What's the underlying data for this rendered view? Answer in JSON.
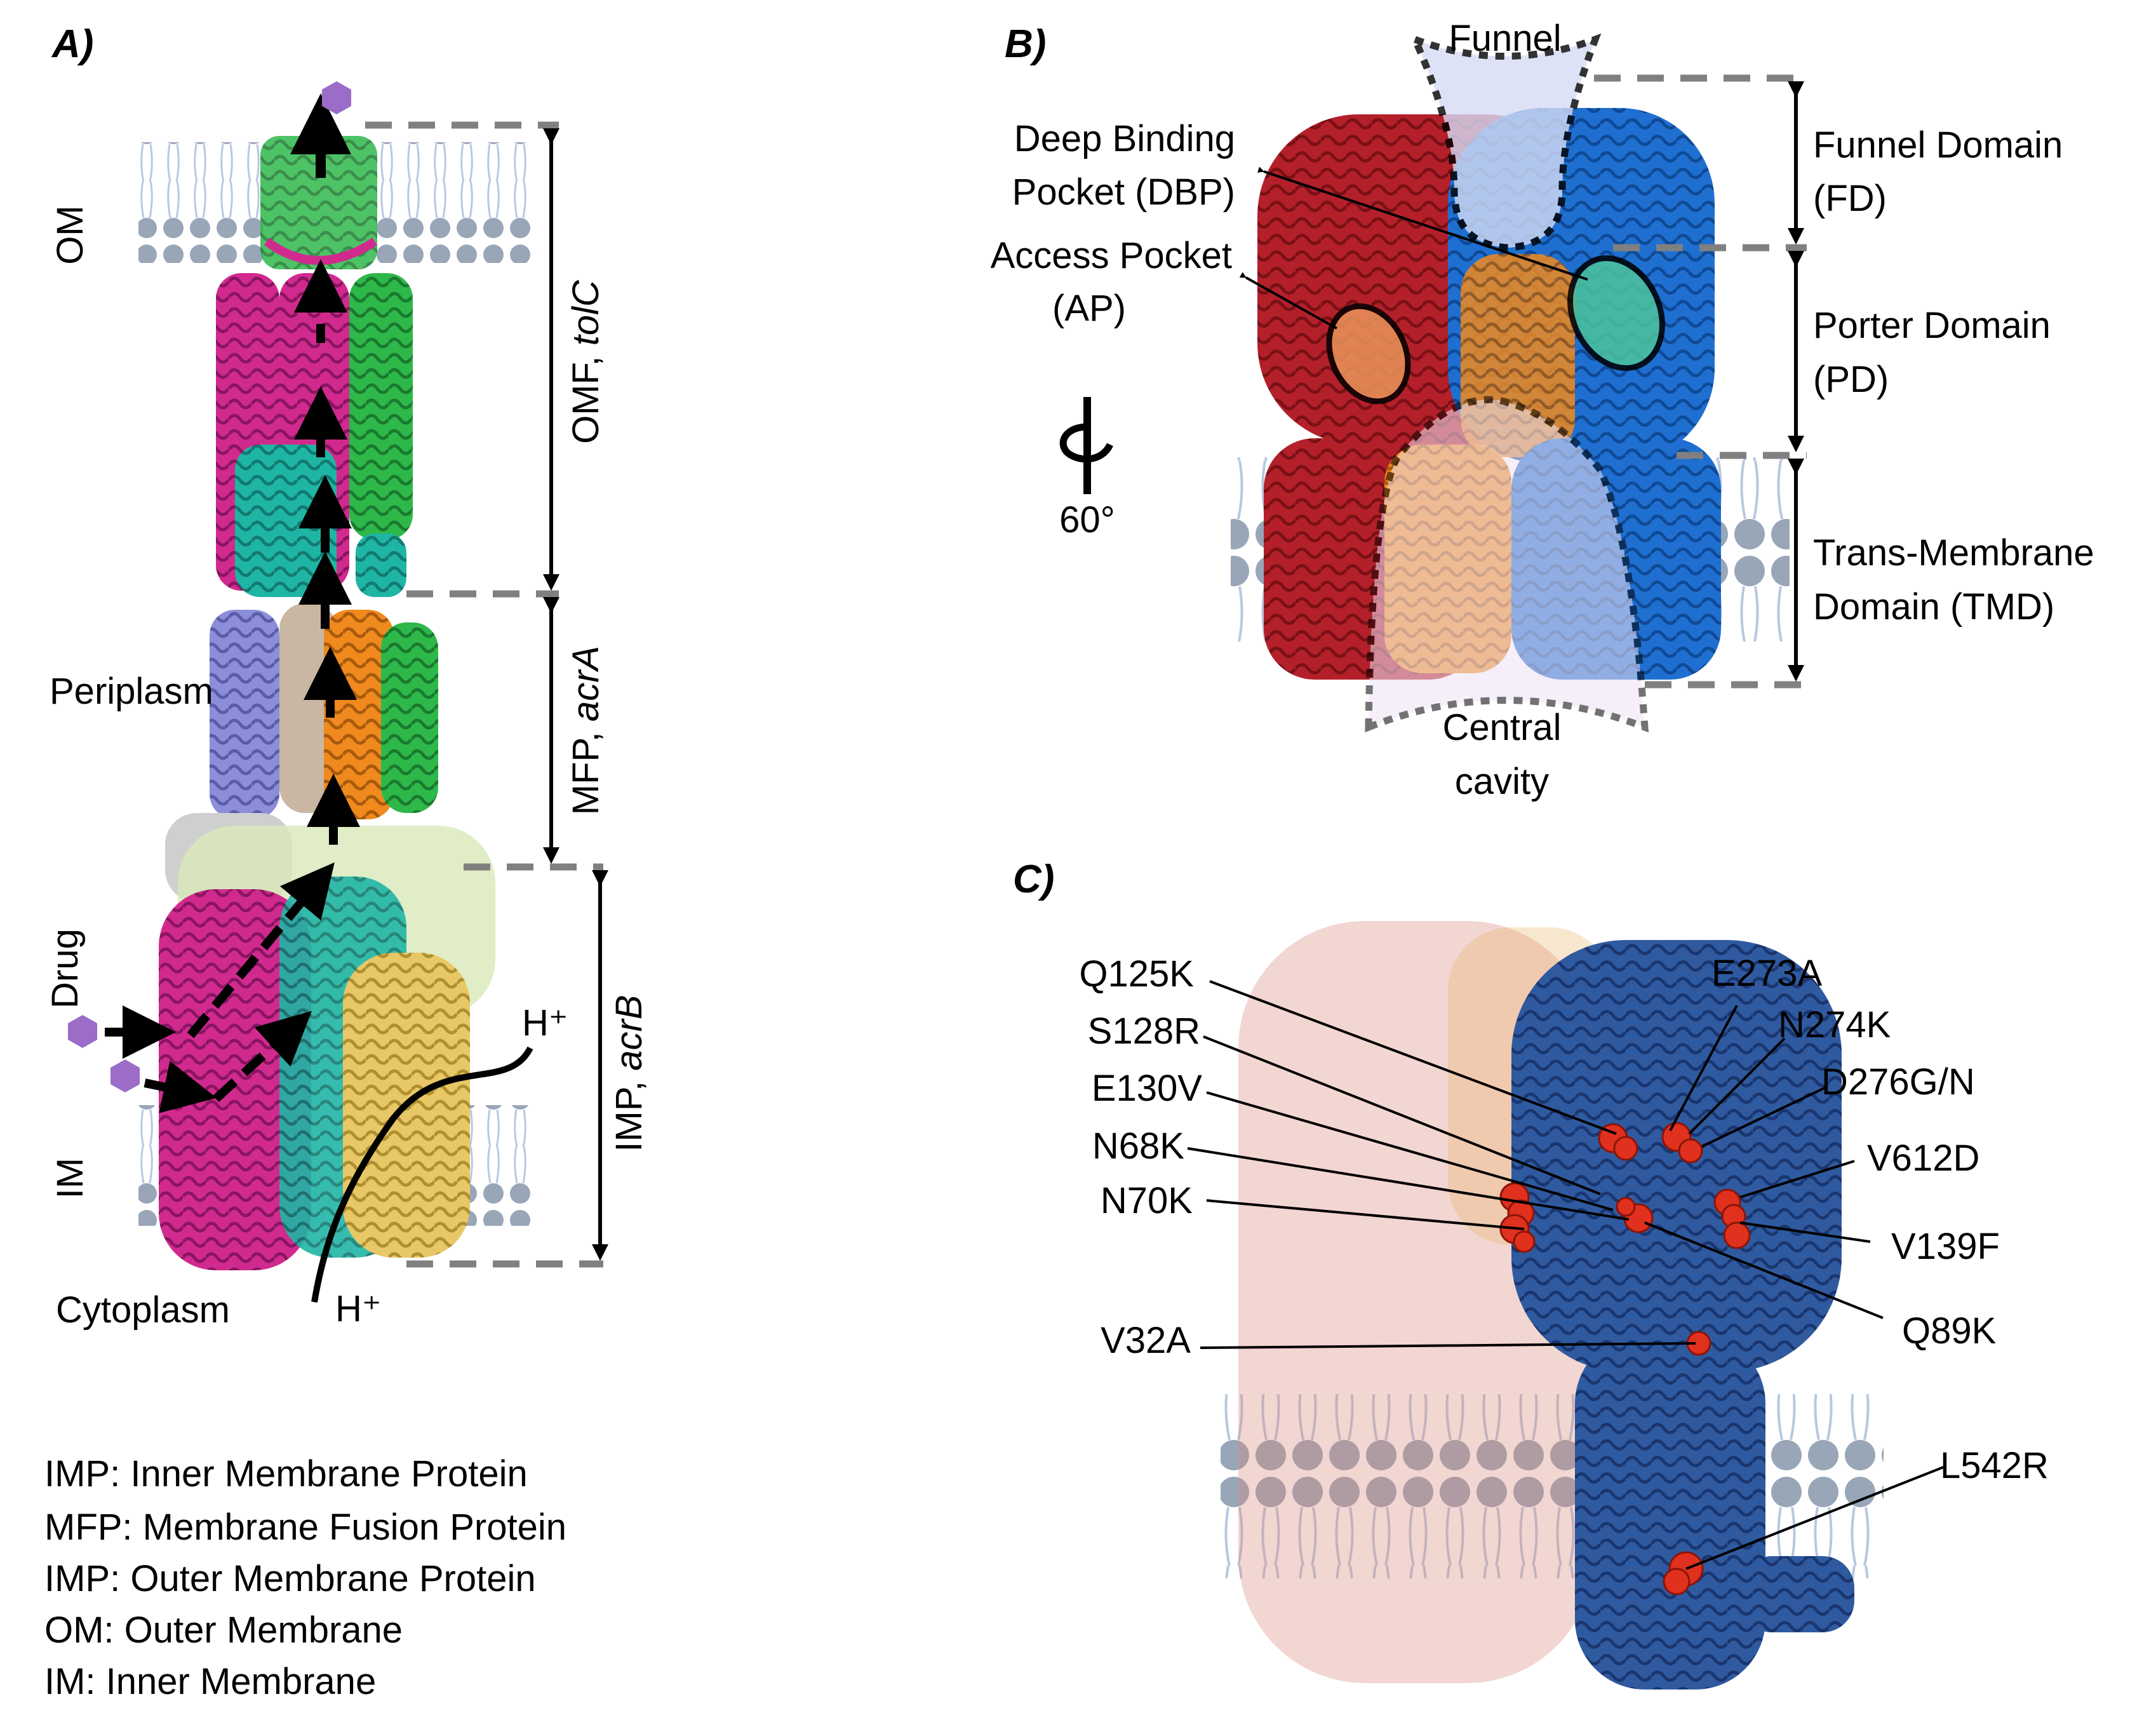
{
  "panels": {
    "a": {
      "label": "A)",
      "om": "OM",
      "im": "IM",
      "periplasm": "Periplasm",
      "cytoplasm": "Cytoplasm",
      "drug": "Drug",
      "h_in": "H⁺",
      "h_out": "H⁺",
      "omf_prefix": "OMF, ",
      "omf_gene": "tolC",
      "mfp_prefix": "MFP, ",
      "mfp_gene": "acrA",
      "imp_prefix": "IMP, ",
      "imp_gene": "acrB"
    },
    "b": {
      "label": "B)",
      "funnel": "Funnel",
      "dbp_line1": "Deep Binding",
      "dbp_line2": "Pocket (DBP)",
      "ap_line1": "Access Pocket",
      "ap_line2": "(AP)",
      "rotation": "60°",
      "fd_line1": "Funnel Domain",
      "fd_line2": "(FD)",
      "pd_line1": "Porter Domain",
      "pd_line2": "(PD)",
      "tmd_line1": "Trans-Membrane",
      "tmd_line2": "Domain (TMD)",
      "cavity_line1": "Central",
      "cavity_line2": "cavity"
    },
    "c": {
      "label": "C)",
      "mutations_left": [
        "Q125K",
        "S128R",
        "E130V",
        "N68K",
        "N70K",
        "V32A"
      ],
      "mutations_right": [
        "E273A",
        "N274K",
        "D276G/N",
        "V612D",
        "V139F",
        "Q89K",
        "L542R"
      ]
    }
  },
  "legend": [
    "IMP: Inner Membrane Protein",
    "MFP: Membrane Fusion Protein",
    "IMP: Outer Membrane Protein",
    "OM: Outer Membrane",
    "IM: Inner Membrane"
  ],
  "colors": {
    "drug": "#9b6cc8",
    "protomer_red": "#b3202a",
    "protomer_blue": "#1f6fd1",
    "protomer_orange": "#e08a1e",
    "mutation_red": "#e0301e",
    "lipid_head": "#98a6b8",
    "membrane_tail": "#b8c8e0",
    "funnel_fill": "#d6dcf5",
    "dbp_fill": "#4cc49a",
    "ap_fill": "#e8945a"
  }
}
